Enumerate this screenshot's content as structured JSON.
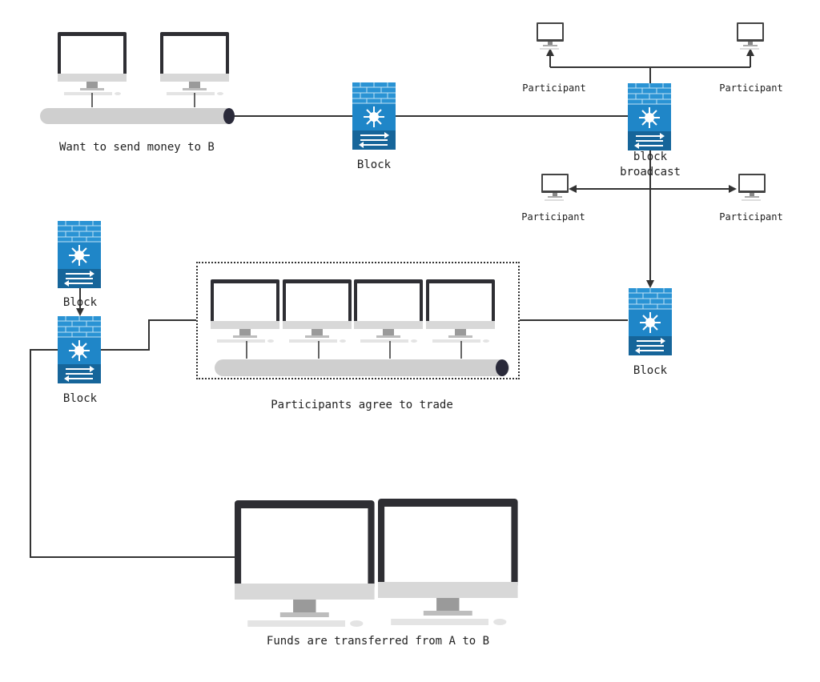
{
  "labels": {
    "sender_caption": "Want to send money to B",
    "block_top": "Block",
    "broadcast_line1": "block",
    "broadcast_line2": "broadcast",
    "participant_tl": "Participant",
    "participant_tr": "Participant",
    "participant_ml": "Participant",
    "participant_mr": "Participant",
    "block_right": "Block",
    "block_left_upper": "Block",
    "block_left_lower": "Block",
    "agree_caption": "Participants agree to trade",
    "funds_caption": "Funds are transferred from A to B"
  },
  "colors": {
    "wire": "#333333",
    "block_blue": "#1f86c8",
    "block_dark": "#16659a",
    "monitor_frame": "#2e2e33",
    "bus_pipe": "#cfcfcf"
  },
  "icons": {
    "block": "firewall-switch-icon",
    "monitor": "desktop-computer-icon",
    "small_monitor": "participant-computer-icon",
    "bus": "network-bus-icon"
  }
}
